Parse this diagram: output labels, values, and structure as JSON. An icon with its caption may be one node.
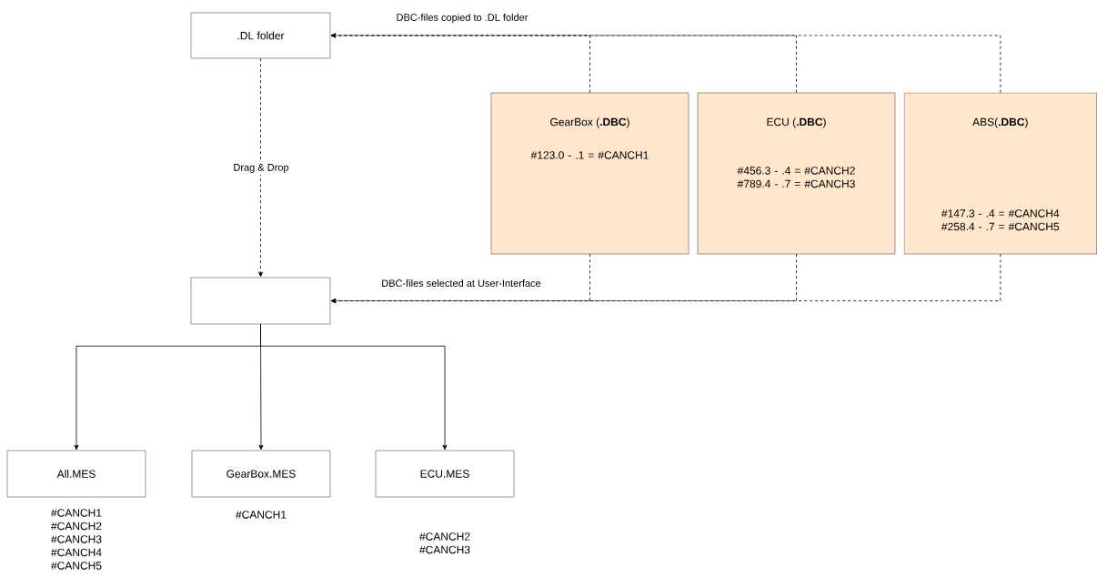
{
  "diagram": {
    "nodes": [
      {
        "text": [
          ".DL folder"
        ]
      },
      {
        "text": [],
        "shape": "box"
      },
      {
        "text": [
          "GearBox (**.DBC**)",
          "#123.0 - .1 = #CANCH1"
        ]
      },
      {
        "text": [
          "ECU (**.DBC**)",
          "#456.3 - .4 = #CANCH2 #789.4 - .7 = #CANCH3"
        ]
      },
      {
        "text": [
          "ABS(**.DBC**)",
          "#147.3 - .4 = #CANCH4 #258.4 - .7 = #CANCH5"
        ]
      },
      {
        "text": [
          "All.MES"
        ],
        "beside": [
          "#CANCH1 #CANCH2 #CANCH3 #CANCH4 #CANCH5"
        ]
      },
      {
        "text": [
          "GearBox.MES"
        ],
        "beside": [
          "#CANCH1"
        ]
      },
      {
        "text": [
          "ECU.MES"
        ],
        "beside": [
          "#CANCH2 #CANCH3"
        ]
      }
    ],
    "edges": [
      {
        "from": 2,
        "to": 0,
        "arrow": "to",
        "style": "dashed",
        "label": "DBC-files copied to .DL folder"
      },
      {
        "from": 3,
        "to": 0,
        "arrow": "to",
        "style": "dashed"
      },
      {
        "from": 4,
        "to": 0,
        "arrow": "to",
        "style": "dashed"
      },
      {
        "from": 0,
        "to": 1,
        "arrow": "to",
        "style": "dashed",
        "label": "Drag & Drop"
      },
      {
        "from": 2,
        "to": 1,
        "arrow": "to",
        "style": "dashed",
        "label": "DBC-files selected at User-Interface"
      },
      {
        "from": 3,
        "to": 1,
        "arrow": "to",
        "style": "dashed"
      },
      {
        "from": 4,
        "to": 1,
        "arrow": "to",
        "style": "dashed"
      },
      {
        "from": 1,
        "to": 5,
        "arrow": "to"
      },
      {
        "from": 1,
        "to": 6,
        "arrow": "to"
      },
      {
        "from": 1,
        "to": 7,
        "arrow": "to"
      }
    ]
  }
}
